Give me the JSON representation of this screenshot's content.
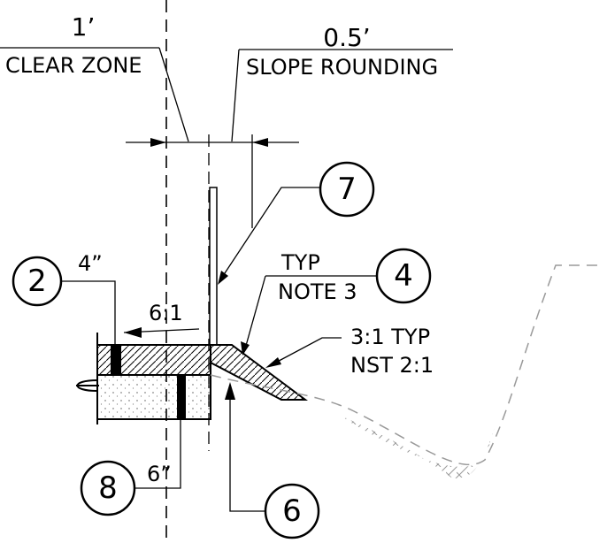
{
  "dimensions": {
    "clear_zone_value": "1’",
    "clear_zone_label": "CLEAR ZONE",
    "slope_rounding_value": "0.5’",
    "slope_rounding_label": "SLOPE ROUNDING"
  },
  "annotations": {
    "typ": "TYP",
    "note": "NOTE 3",
    "slope_ratio": "6:1",
    "side_slope": "3:1 TYP",
    "nst": "NST 2:1",
    "width_4in": "4”",
    "width_6in": "6”"
  },
  "callouts": {
    "c2": "2",
    "c4": "4",
    "c6": "6",
    "c7": "7",
    "c8": "8"
  }
}
